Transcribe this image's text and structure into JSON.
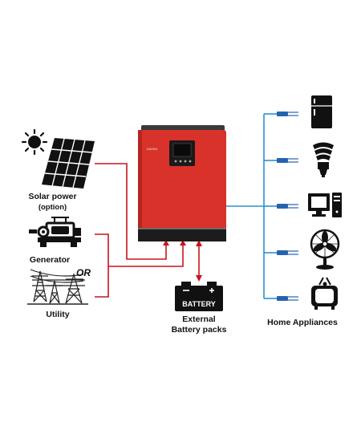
{
  "inverter": {
    "brand_text": "DAYAG"
  },
  "sources": {
    "solar_label_line1": "Solar power",
    "solar_label_line2": "(option)",
    "generator_label": "Generator",
    "or_label": "OR",
    "utility_label": "Utility"
  },
  "battery": {
    "box_text": "BATTERY",
    "label_line1": "External",
    "label_line2": "Battery packs"
  },
  "appliances": {
    "label": "Home Appliances",
    "items": [
      "fridge-icon",
      "bulb-icon",
      "computer-icon",
      "fan-icon",
      "tv-icon"
    ]
  },
  "colors": {
    "inverter_body": "#d9322b",
    "ac_input_line": "#c8141e",
    "ac_output_line": "#2e8fd0",
    "plug": "#2563b0"
  }
}
